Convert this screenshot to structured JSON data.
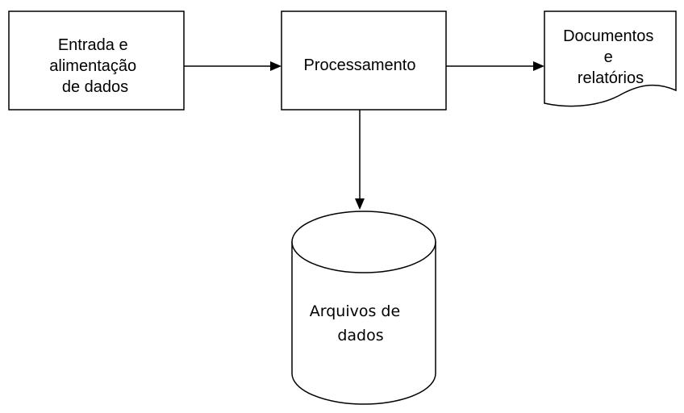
{
  "nodes": {
    "input": {
      "lines": [
        "Entrada e",
        "alimentação",
        "de dados"
      ]
    },
    "process": {
      "lines": [
        "Processamento"
      ]
    },
    "documents": {
      "lines": [
        "Documentos",
        "e",
        "relatórios"
      ]
    },
    "database": {
      "lines": [
        "Arquivos de",
        "dados"
      ]
    }
  },
  "edges": [
    {
      "from": "input",
      "to": "process"
    },
    {
      "from": "process",
      "to": "documents"
    },
    {
      "from": "process",
      "to": "database"
    }
  ],
  "colors": {
    "stroke": "#000000",
    "fill": "#ffffff",
    "text": "#000000"
  }
}
